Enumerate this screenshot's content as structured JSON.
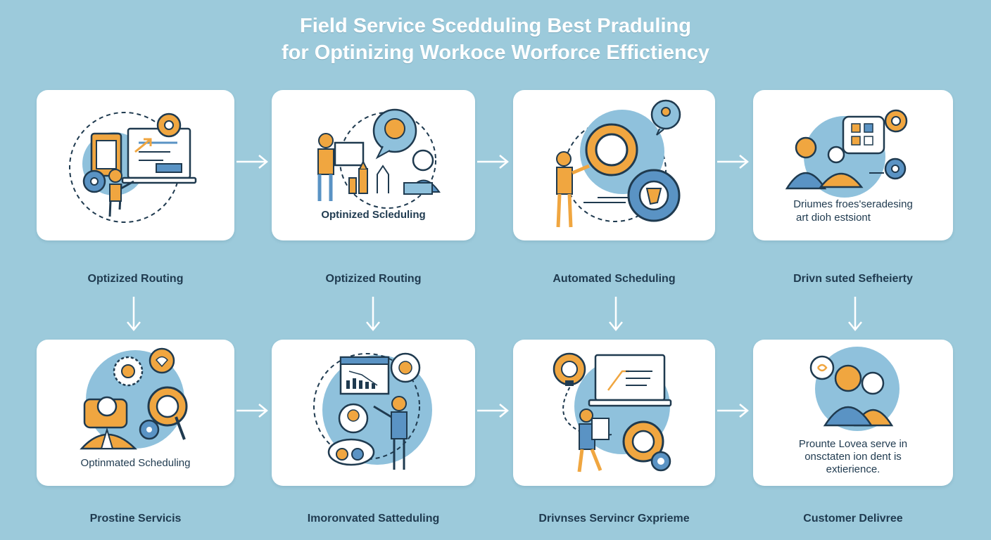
{
  "title": {
    "line1": "Field Service Scedduling Best Praduling",
    "line2": "for Optinizing Workoce Worforce Effictiency"
  },
  "colors": {
    "background": "#9ccadb",
    "card": "#ffffff",
    "accent_orange": "#f0a640",
    "accent_blue": "#5a93c4",
    "circle_blue": "#8fc1dc",
    "ink": "#1f3a4f"
  },
  "row1": [
    {
      "icon": "laptop-routing-gear-icon",
      "card_text": [],
      "label": "Optizized Routing"
    },
    {
      "icon": "team-chat-growth-icon",
      "card_text": [
        "Optinized Scleduling"
      ],
      "label": "Optizized Routing"
    },
    {
      "icon": "person-gears-icon",
      "card_text": [],
      "label": "Automated Scheduling"
    },
    {
      "icon": "team-dashboard-gears-icon",
      "card_text": [
        "Driumes froes'seradesing",
        "art dioh estsiont"
      ],
      "label": "Drivn suted Sefheierty"
    }
  ],
  "row2": [
    {
      "icon": "technician-gears-heart-icon",
      "card_text": [
        "Optinmated Scheduling"
      ],
      "label": "Prostine Servicis"
    },
    {
      "icon": "chart-presenter-icon",
      "card_text": [],
      "label": "Imoronvated Satteduling"
    },
    {
      "icon": "lightbulb-laptop-gears-icon",
      "card_text": [],
      "label": "Drivnses Servincr Gxprieme"
    },
    {
      "icon": "customers-service-icon",
      "card_text": [
        "Prounte Lovea serve in",
        "onsctaten ion dent is",
        "extierience."
      ],
      "label": "Customer Delivree"
    }
  ],
  "connectors": {
    "right": "right-arrow-icon",
    "down": "down-arrow-icon"
  }
}
